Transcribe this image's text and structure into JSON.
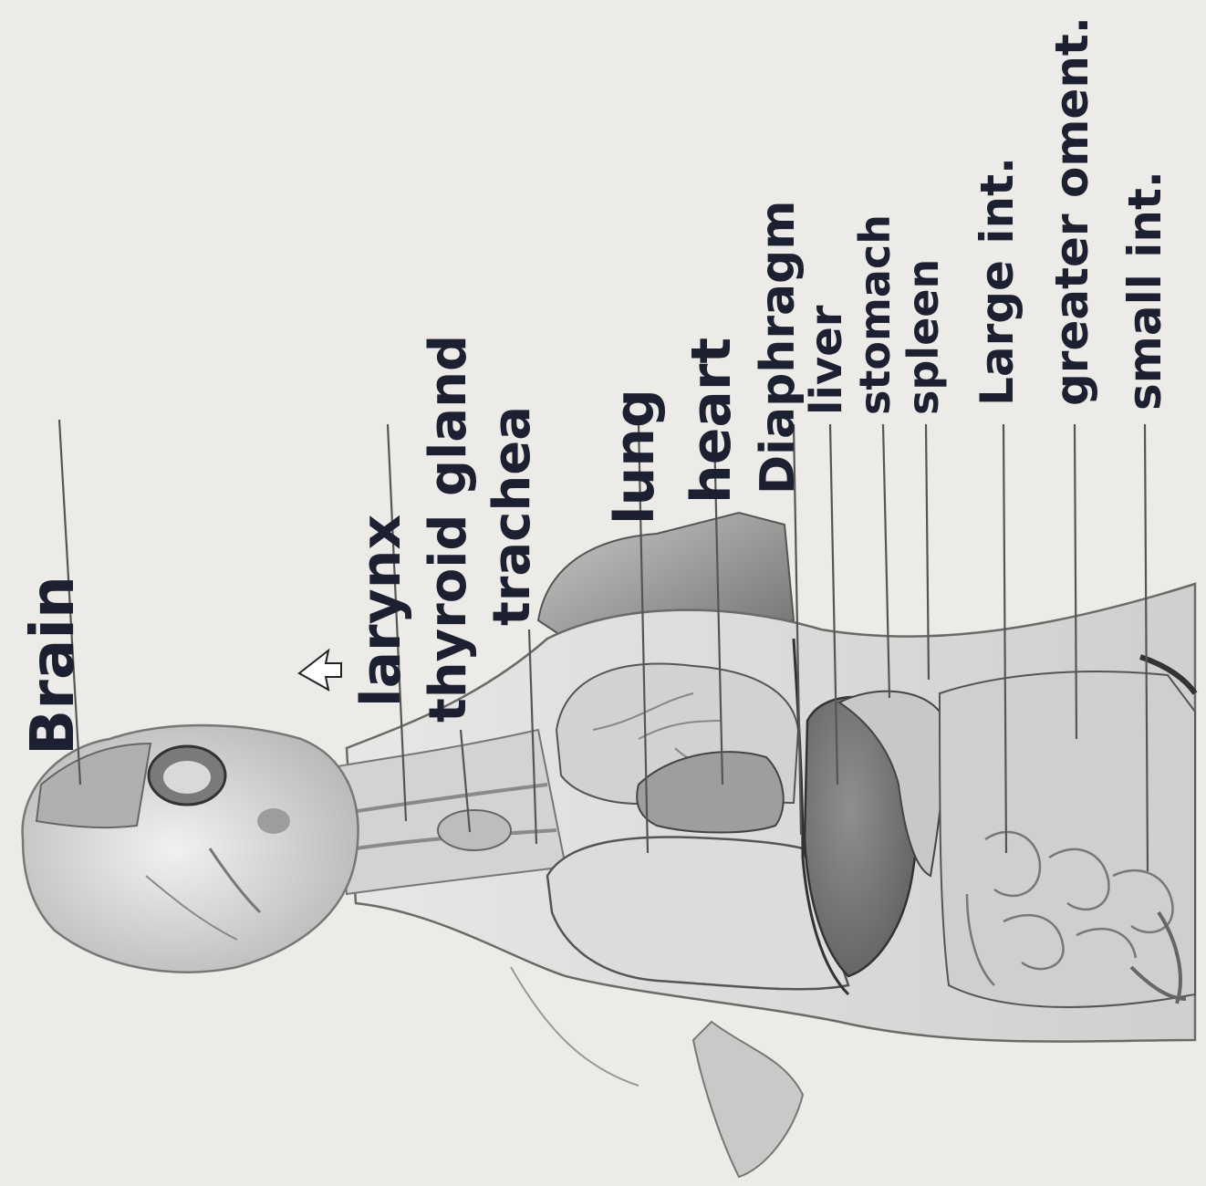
{
  "diagram": {
    "labels": [
      {
        "id": "brain",
        "text": "Brain"
      },
      {
        "id": "larynx",
        "text": "larynx"
      },
      {
        "id": "thyroid",
        "text": "thyroid gland"
      },
      {
        "id": "trachea",
        "text": "trachea"
      },
      {
        "id": "lung",
        "text": "lung"
      },
      {
        "id": "heart",
        "text": "heart"
      },
      {
        "id": "diaphragm",
        "text": "Diaphragm"
      },
      {
        "id": "liver",
        "text": "liver"
      },
      {
        "id": "stomach",
        "text": "stomach"
      },
      {
        "id": "spleen",
        "text": "spleen"
      },
      {
        "id": "large-int",
        "text": "Large int."
      },
      {
        "id": "greater-oment",
        "text": "greater oment."
      },
      {
        "id": "small-int",
        "text": "small int."
      }
    ]
  },
  "colors": {
    "paper": "#ecebe8",
    "ink": "#1c2030",
    "body_light": "#d8d8d6",
    "body_mid": "#a9a9a7",
    "body_dark": "#6d6d6b"
  }
}
